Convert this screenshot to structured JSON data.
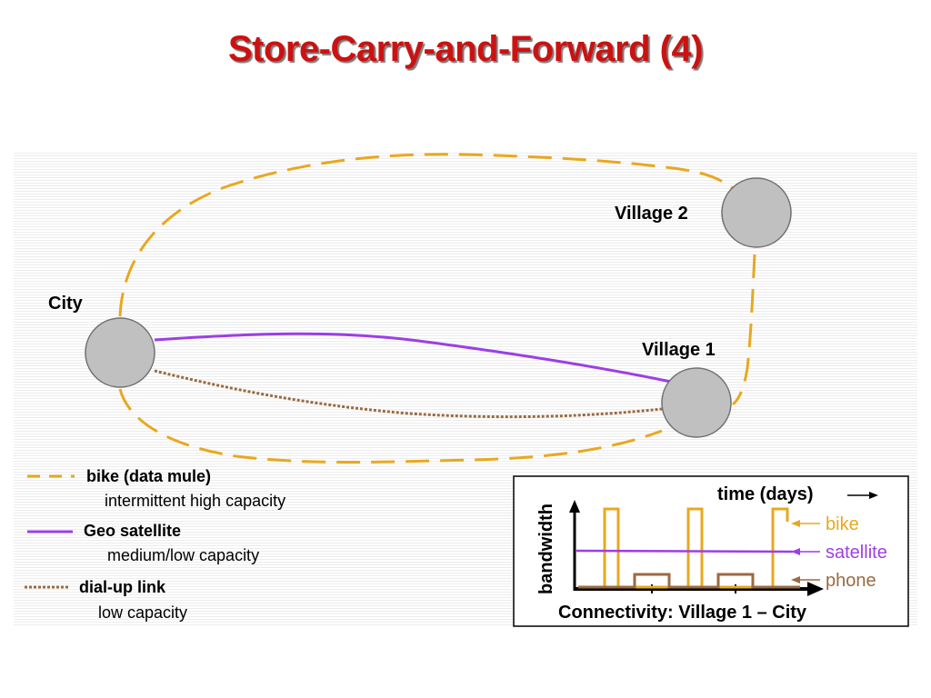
{
  "slide": {
    "title": "Store-Carry-and-Forward (4)"
  },
  "nodes": {
    "city": "City",
    "village1": "Village 1",
    "village2": "Village 2"
  },
  "legend": [
    {
      "name": "bike (data mule)",
      "desc": "intermittent high capacity",
      "style": "dashed",
      "color": "#e8a81f"
    },
    {
      "name": "Geo satellite",
      "desc": "medium/low capacity",
      "style": "solid",
      "color": "#9b3fe6"
    },
    {
      "name": "dial-up link",
      "desc": "low capacity",
      "style": "dotted",
      "color": "#9a6a40"
    }
  ],
  "inset": {
    "x_label": "time (days)",
    "y_label": "bandwidth",
    "caption": "Connectivity: Village 1 – City",
    "series_labels": {
      "bike": "bike",
      "satellite": "satellite",
      "phone": "phone"
    }
  },
  "colors": {
    "title": "#cc1111",
    "bike": "#e8a81f",
    "satellite": "#9b3fe6",
    "phone": "#9a6a40",
    "node_fill": "#c0c0c0"
  }
}
